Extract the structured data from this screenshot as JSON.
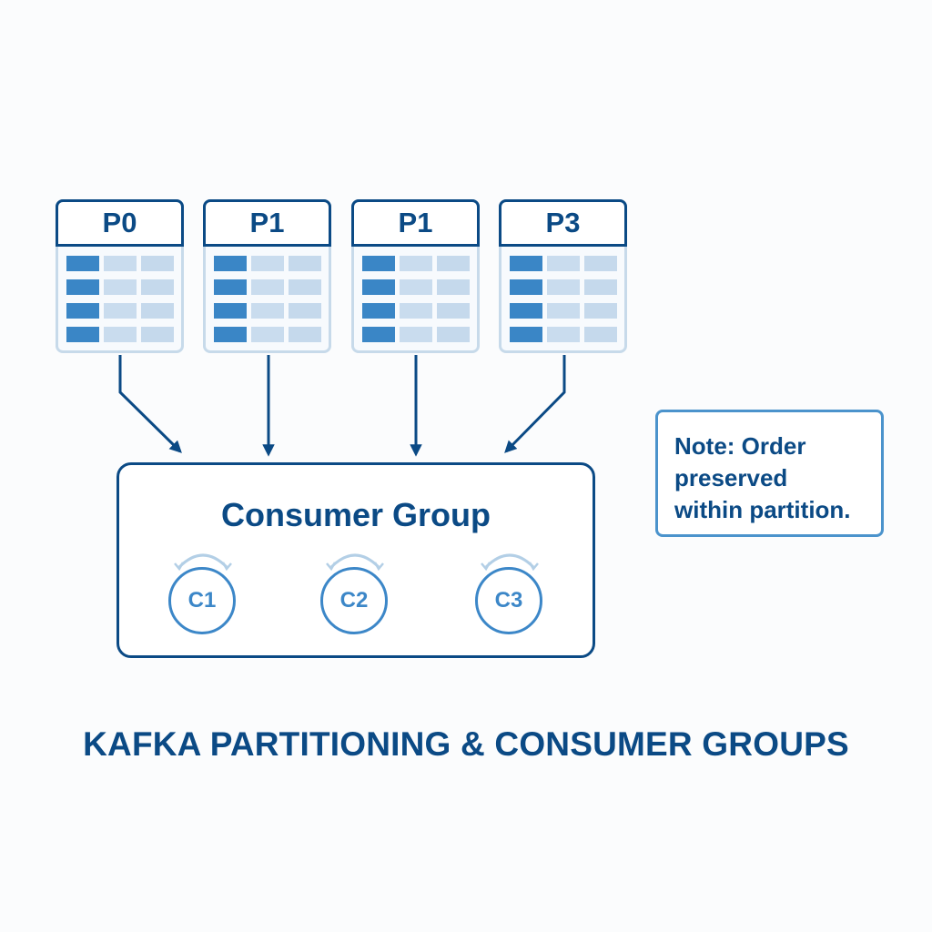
{
  "partitions": [
    {
      "label": "P0",
      "rows": 4,
      "columns": 3
    },
    {
      "label": "P1",
      "rows": 4,
      "columns": 3
    },
    {
      "label": "P1",
      "rows": 4,
      "columns": 3
    },
    {
      "label": "P3",
      "rows": 4,
      "columns": 3
    }
  ],
  "consumer_group": {
    "title": "Consumer Group",
    "consumers": [
      {
        "label": "C1"
      },
      {
        "label": "C2"
      },
      {
        "label": "C3"
      }
    ]
  },
  "note": {
    "lines": [
      "Note: Order",
      "preserved",
      "within partition."
    ]
  },
  "title": "KAFKA PARTITIONING & CONSUMER GROUPS",
  "colors": {
    "primary": "#0b4a85",
    "accent": "#3c87c8",
    "cell_dark": "#3a86c6",
    "cell_light": "#c9dcee",
    "rebalance_arc": "#b3cfe6"
  }
}
